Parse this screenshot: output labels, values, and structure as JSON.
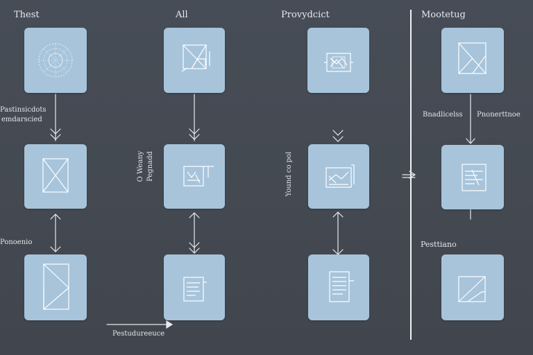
{
  "columns": [
    {
      "title": "Thest"
    },
    {
      "title": "All"
    },
    {
      "title": "Provydcict"
    },
    {
      "title": "Mootetug"
    }
  ],
  "labels": {
    "left_top_line1": "Pastinsicdots",
    "left_top_line2": "emdarscied",
    "left_mid": "Ponoenio",
    "col2_vert_line1": "O Weany",
    "col2_vert_line2": "Pegnadd",
    "col3_vert": "Yound co pol",
    "col4_left": "Bnadlicelss",
    "col4_right": "Pnonerttnoe",
    "col4_bottom": "Pesttiano",
    "bottom_caption": "Pestudureeuce"
  },
  "cards": [
    {
      "icon": "network-icon"
    },
    {
      "icon": "document-icon"
    },
    {
      "icon": "chart-doc-icon"
    },
    {
      "icon": "document-icon"
    },
    {
      "icon": "document-icon"
    },
    {
      "icon": "document-icon"
    },
    {
      "icon": "chart-doc-icon"
    },
    {
      "icon": "chart-doc-icon"
    },
    {
      "icon": "document-icon"
    },
    {
      "icon": "text-doc-icon"
    },
    {
      "icon": "text-doc-icon"
    },
    {
      "icon": "document-icon"
    }
  ],
  "colors": {
    "background": "#454b54",
    "card": "#a7c4db",
    "icon_stroke": "#ffffff",
    "line": "#e8ebef"
  }
}
